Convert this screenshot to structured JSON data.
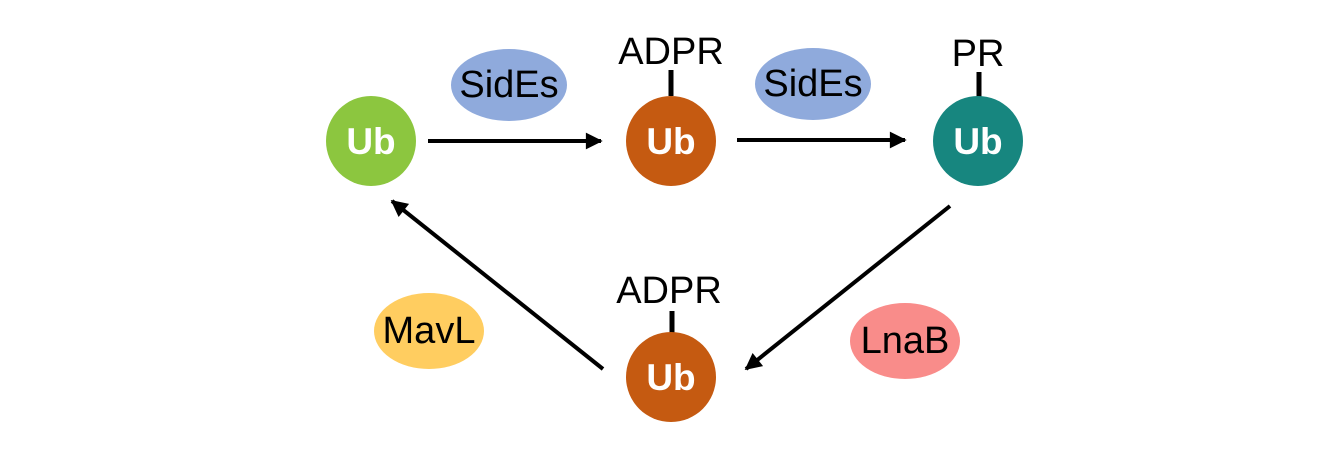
{
  "diagram": {
    "description": "Ubiquitin modification cycle",
    "nodes": {
      "ub_free": {
        "label": "Ub"
      },
      "ub_adpr_top": {
        "label": "Ub",
        "modification": "ADPR"
      },
      "ub_pr": {
        "label": "Ub",
        "modification": "PR"
      },
      "ub_adpr_bottom": {
        "label": "Ub",
        "modification": "ADPR"
      }
    },
    "enzymes": {
      "sides_first": {
        "label": "SidEs"
      },
      "sides_second": {
        "label": "SidEs"
      },
      "mavl": {
        "label": "MavL"
      },
      "lnab": {
        "label": "LnaB"
      }
    },
    "edges": [
      {
        "from": "ub_free",
        "to": "ub_adpr_top",
        "enzyme": "SidEs"
      },
      {
        "from": "ub_adpr_top",
        "to": "ub_pr",
        "enzyme": "SidEs"
      },
      {
        "from": "ub_pr",
        "to": "ub_adpr_bottom",
        "enzyme": "LnaB"
      },
      {
        "from": "ub_adpr_bottom",
        "to": "ub_free",
        "enzyme": "MavL"
      }
    ]
  },
  "colors": {
    "ub_free": "#8CC63F",
    "ub_adpr": "#C55A11",
    "ub_pr": "#17867F",
    "enzyme_sides": "#8FAADC",
    "enzyme_mavl": "#FFCD60",
    "enzyme_lnab": "#F98C8A",
    "arrow": "#000000",
    "node_text": "#FFFFFF",
    "label_text": "#000000",
    "background": "#FFFFFF"
  }
}
